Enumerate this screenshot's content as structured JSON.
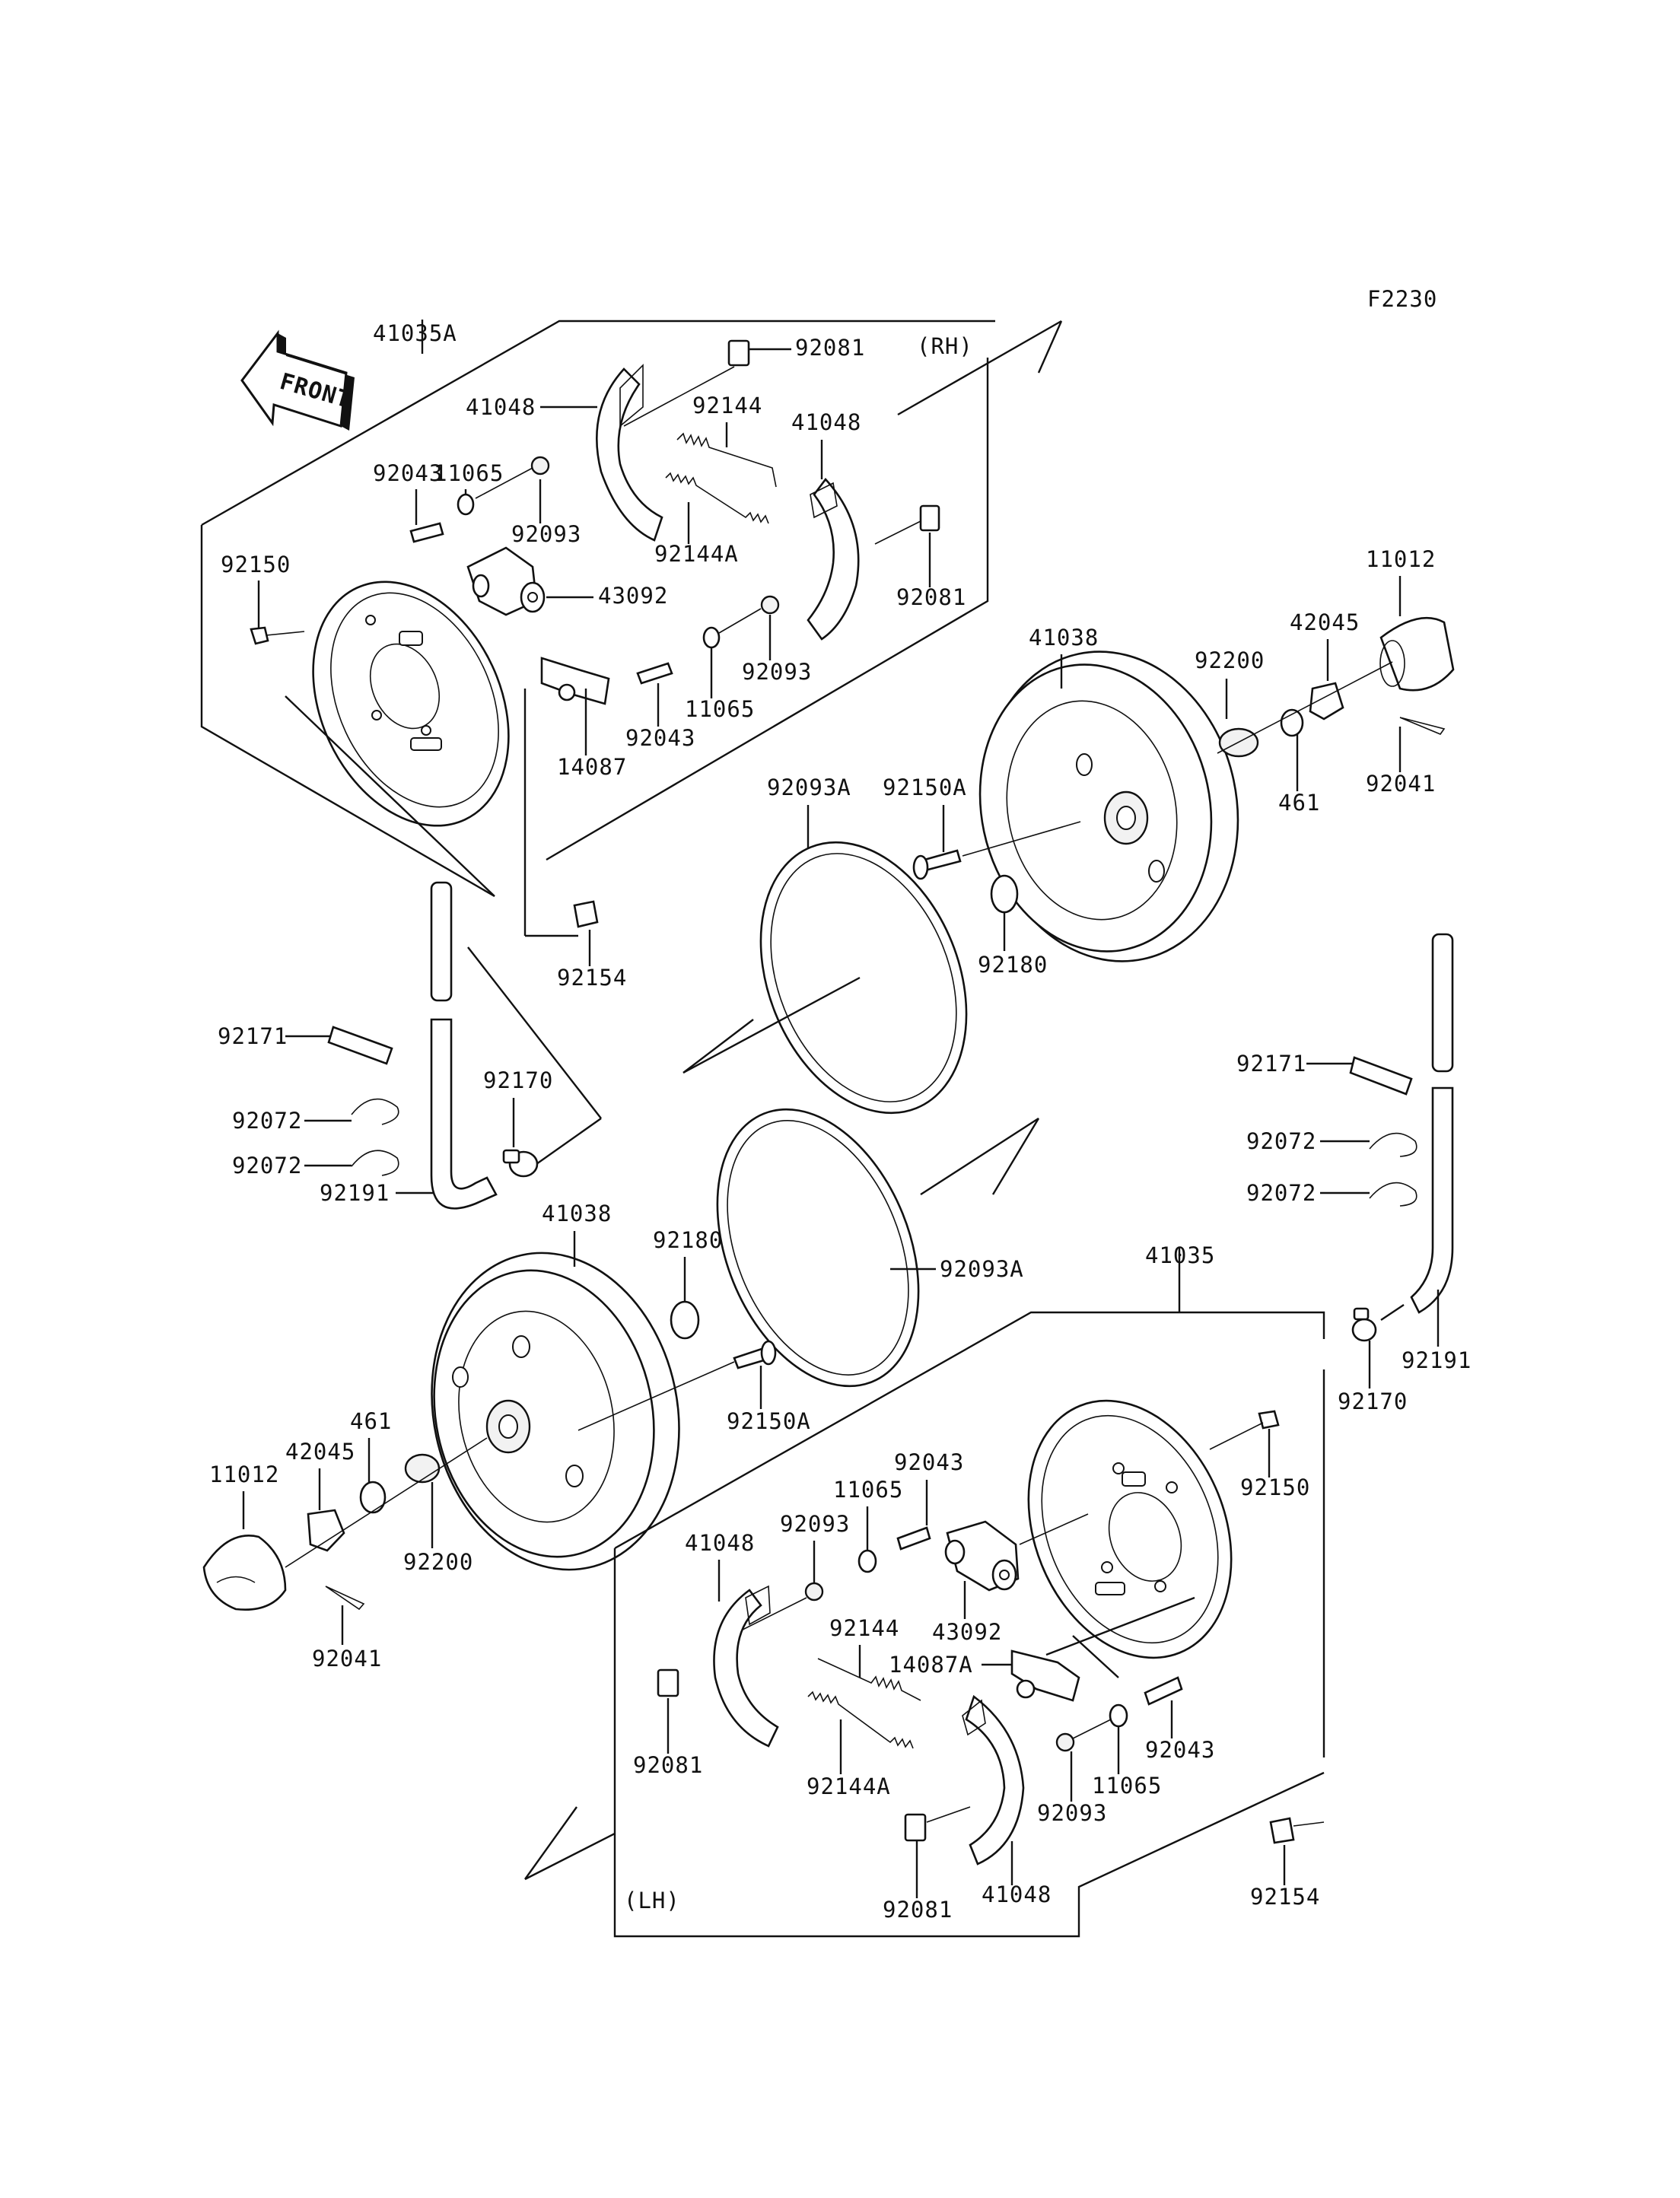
{
  "figure_code": "F2230",
  "front_label": "FRONT",
  "side_labels": {
    "rh": "(RH)",
    "lh": "(LH)"
  },
  "labels": {
    "l41035A": "41035A",
    "l41048_rh_left": "41048",
    "l11065_rh_a": "11065",
    "l92043_rh_a": "92043",
    "l92093_rh_a": "92093",
    "l92081_rh_top": "92081",
    "l92144_rh": "92144",
    "l92144A_rh": "92144A",
    "l41048_rh_right": "41048",
    "l92081_rh_right": "92081",
    "l92150_rh": "92150",
    "l43092_rh": "43092",
    "l92093_rh_b": "92093",
    "l11065_rh_b": "11065",
    "l92043_rh_b": "92043",
    "l14087": "14087",
    "l41038_rh": "41038",
    "l92200_rh": "92200",
    "l42045_rh": "42045",
    "l11012_rh": "11012",
    "l461_rh": "461",
    "l92041_rh": "92041",
    "l92093A_rh": "92093A",
    "l92150A_rh": "92150A",
    "l92180_rh": "92180",
    "l92154_rh": "92154",
    "l92171_left": "92171",
    "l92072_left_a": "92072",
    "l92072_left_b": "92072",
    "l92170_left": "92170",
    "l92191_left": "92191",
    "l92171_right": "92171",
    "l92072_right_a": "92072",
    "l92072_right_b": "92072",
    "l41038_lh": "41038",
    "l92180_lh": "92180",
    "l92093A_lh": "92093A",
    "l41035": "41035",
    "l92170_right": "92170",
    "l92191_right": "92191",
    "l92150A_lh": "92150A",
    "l461_lh": "461",
    "l42045_lh": "42045",
    "l11012_lh": "11012",
    "l92200_lh": "92200",
    "l92041_lh": "92041",
    "l92150_lh": "92150",
    "l92043_lh_a": "92043",
    "l11065_lh_a": "11065",
    "l92093_lh_a": "92093",
    "l41048_lh_left": "41048",
    "l43092_lh": "43092",
    "l92144_lh": "92144",
    "l14087A": "14087A",
    "l92043_lh_b": "92043",
    "l11065_lh_b": "11065",
    "l92093_lh_b": "92093",
    "l92081_lh_left": "92081",
    "l92144A_lh": "92144A",
    "l92081_lh_bottom": "92081",
    "l41048_lh_bottom": "41048",
    "l92154_lh": "92154"
  }
}
